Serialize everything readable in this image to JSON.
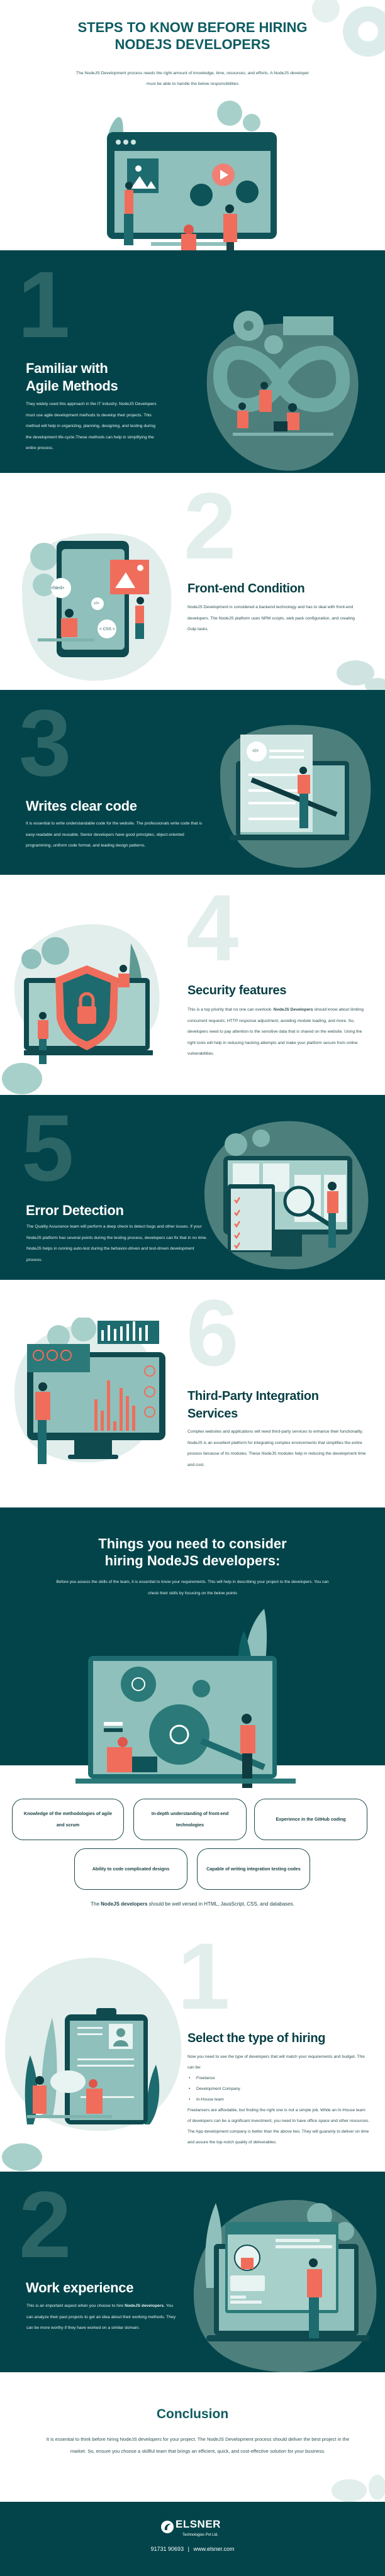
{
  "header": {
    "title_line1": "STEPS TO KNOW BEFORE HIRING",
    "title_line2": "NODEJS DEVELOPERS",
    "intro": "The NodeJS Development process needs the right amount of knowledge, time, resources, and efforts. A NodeJS developer must be able to handle the below responsibilities"
  },
  "steps": [
    {
      "number": "1",
      "title_line1": "Familiar with",
      "title_line2": "Agile Methods",
      "text": "They widely used this approach in the IT industry. NodeJS Developers must use agile development methods to develop their projects. This method will help in organizing, planning, designing, and testing during the development life-cycle.These methods can help in simplifying the entire process."
    },
    {
      "number": "2",
      "title": "Front-end Condition",
      "text": "NodeJS Development is considered a backend technology and has to deal with front-end developers. The NodeJS platform uses NPM scripts, web pack configuration, and creating Gulp tasks.",
      "badges": [
        "<html>",
        "</>",
        "< CSS >"
      ]
    },
    {
      "number": "3",
      "title": "Writes clear code",
      "text": "It is essential to write understandable code for the website. The professionals write code that is easy-readable and reusable. Senior developers have good principles, object-oriented programming, uniform code format, and leading design patterns.",
      "badge": "</>"
    },
    {
      "number": "4",
      "title": "Security features",
      "text_before": "This is a top priority that no one can overlook. ",
      "text_bold": "NodeJS Developers",
      "text_after": " should know about limiting concurrent requests, HTTP response adjustment, avoiding module loading, and more. So, developers need to pay attention to the sensitive data that is shared on the website. Using the right tools will help in reducing hacking attempts and make your platform secure from online vulnerabilities."
    },
    {
      "number": "5",
      "title": "Error Detection",
      "text": "The Quality Assurance team will perform a deep check to detect bugs and other issues. If your NodeJS platform has several points during the testing process, developers can fix that in no time. NodeJS helps in running auto-test during the behavior-driven and test-driven development process."
    },
    {
      "number": "6",
      "title_line1": "Third-Party Integration",
      "title_line2": "Services",
      "text": "Complex websites and applications will need third-party services to enhance their functionality. NodeJS is an excellent platform for integrating complex environments that simplifies the entire process because of its modules. These NodeJS modules help in reducing the development time and cost."
    }
  ],
  "consider": {
    "title_line1": "Things you need to consider",
    "title_line2": "hiring NodeJS developers:",
    "intro": "Before you assess the skills of the team, it is essential to know your requirements. This will help in describing your project to the developers. You can check their skills by focusing on the below points",
    "cards": [
      "Knowledge of the methodologies of agile and scrum",
      "In-depth understanding of front-end technologies",
      "Experience in the GitHub coding",
      "Ability to code complicated designs",
      "Capable of writing integration testing codes"
    ],
    "note_before": "The ",
    "note_bold": "NodeJS developers",
    "note_after": " should be well versed in HTML, JavaScript, CSS, and databases."
  },
  "hiring": [
    {
      "number": "1",
      "title": "Select the type of hiring",
      "intro": "Now you need to see the type of developers that will match your requirements and budget. This can be:",
      "options": [
        "Freelance",
        "Development Company",
        "In-House team"
      ],
      "text": "Freelancers are affordable, but finding the right one is not a simple job. While an In-House team of developers can be a significant investment, you need to have office space and other resources. The App development company is better than the above two. They will guaranty to deliver on time and assure the top-notch quality of deliverables."
    },
    {
      "number": "2",
      "title": "Work experience",
      "text_before": "This is an important aspect when you choose to hire ",
      "text_bold": "NodeJS developers",
      "text_after": ". You can analyze their past projects to get an idea about their working methods. They can be more worthy if they have worked on a similar domain."
    }
  ],
  "conclusion": {
    "title": "Conclusion",
    "text": "It is essential to think before hiring NodeJS developers for your project. The NodeJS Development process should deliver the best project in the market. So, ensure you choose a skillful team that brings an efficient, quick, and cost-effective solution for your business."
  },
  "footer": {
    "logo_name": "ELSNER",
    "logo_sub": "Technologies Pvt Ltd.",
    "phone": "91731 90693",
    "separator": "|",
    "website": "www.elsner.com"
  },
  "colors": {
    "dark": "#02444a",
    "accent": "#f06d5b",
    "mint": "#dcecea",
    "teal": "#0e5c61"
  }
}
